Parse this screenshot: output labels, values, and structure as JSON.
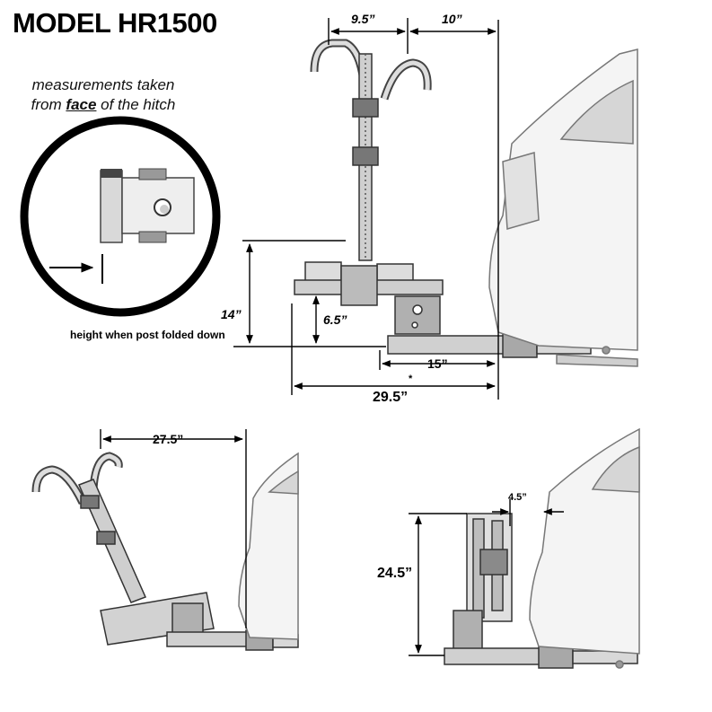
{
  "title": "MODEL HR1500",
  "note": {
    "line1": "measurements taken",
    "line2_pre": "from ",
    "line2_emph": "face",
    "line2_post": " of the hitch"
  },
  "caption": "height when post folded down",
  "dimensions": {
    "top_width": "9.5”",
    "top_offset": "10”",
    "height_folded": "14”",
    "platform_height": "6.5”",
    "hitch_length": "15”",
    "total_length": "29.5”",
    "asterisk": "*",
    "tilted_length": "27.5”",
    "stowed_gap": "4.5”",
    "stowed_height": "24.5”"
  }
}
